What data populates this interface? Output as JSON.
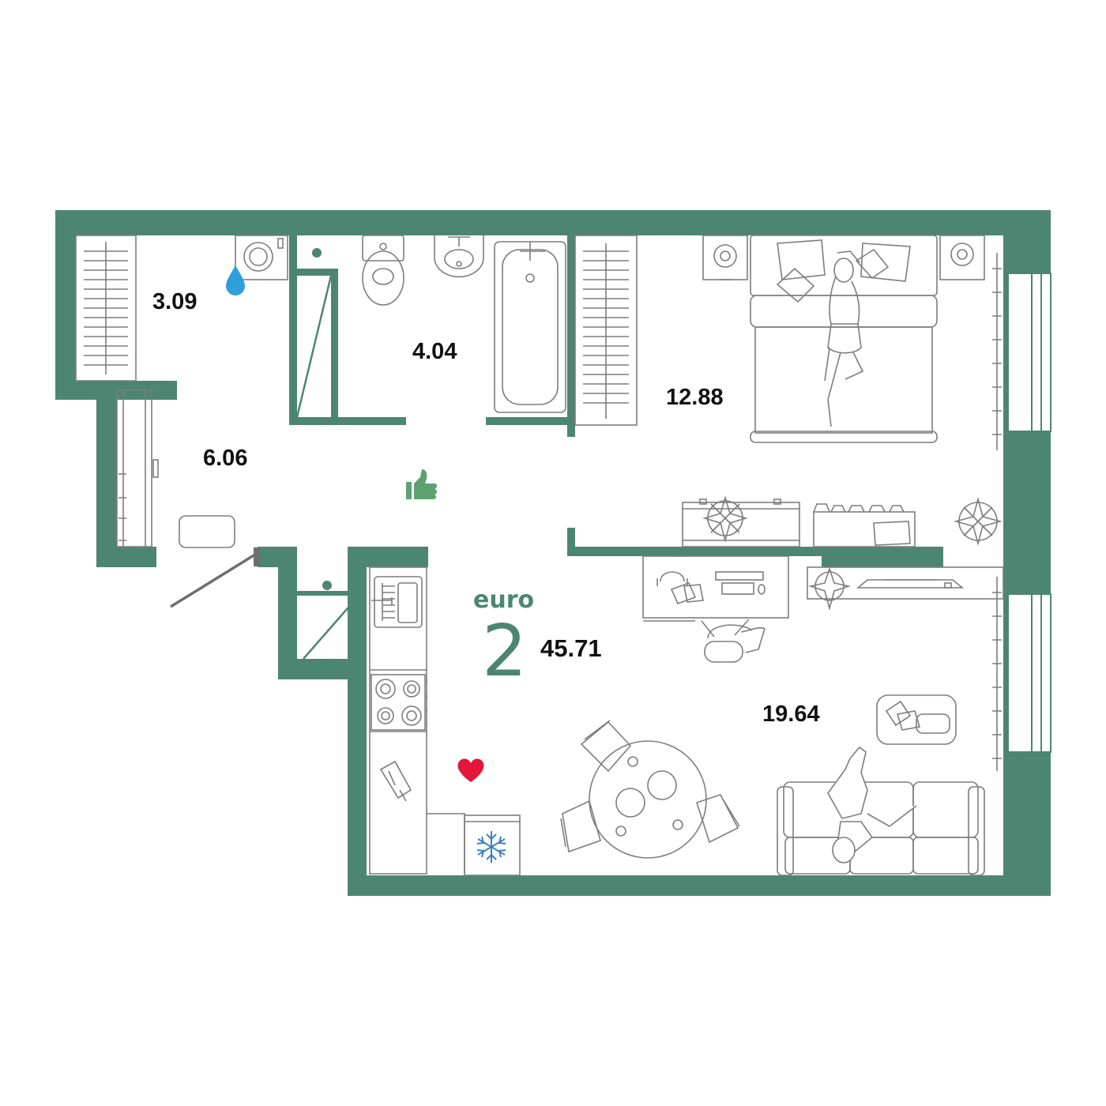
{
  "colors": {
    "wall": "#4c8673",
    "furniture_line": "#7d7d7d",
    "water_drop": "#2f9fd8",
    "thumbs_up": "#5ea170",
    "heart": "#e4163a",
    "snowflake": "#3a7fc4"
  },
  "apartment": {
    "type_label": "euro",
    "rooms": "2",
    "total_area": "45.71"
  },
  "rooms": [
    {
      "id": "laundry",
      "area": "3.09"
    },
    {
      "id": "bathroom",
      "area": "4.04"
    },
    {
      "id": "bedroom",
      "area": "12.88"
    },
    {
      "id": "hallway",
      "area": "6.06"
    },
    {
      "id": "living-kitchen",
      "area": "19.64"
    }
  ],
  "icons": {
    "water": "water-drop-icon",
    "like": "thumbs-up-icon",
    "favorite": "heart-icon",
    "fridge": "snowflake-icon"
  }
}
